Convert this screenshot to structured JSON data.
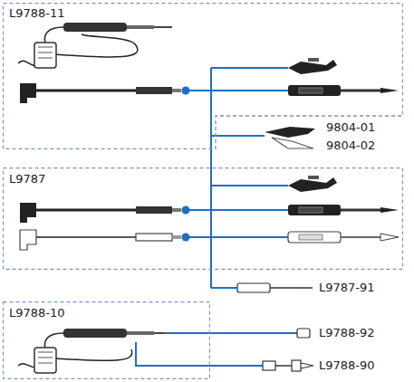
{
  "diagram": {
    "nodes": [
      {
        "text": [
          "L9788-11"
        ]
      },
      {
        "text": [
          "L9787"
        ]
      },
      {
        "text": [
          "L9788-10"
        ]
      }
    ],
    "labels": [
      "9804-01",
      "9804-02",
      "L9787-91",
      "L9788-92",
      "L9788-90"
    ]
  }
}
